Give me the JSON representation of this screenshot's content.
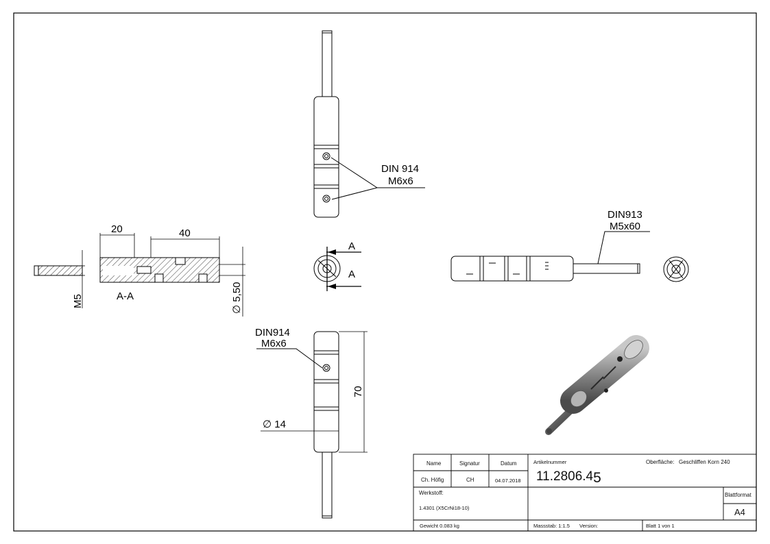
{
  "sheet": {
    "label_din914_top": "DIN 914",
    "label_m6x6_top": "M6x6",
    "label_din913": "DIN913",
    "label_m5x60": "M5x60",
    "label_din914_bottom": "DIN914",
    "label_m6x6_bottom": "M6x6",
    "dim_20": "20",
    "dim_40": "40",
    "dim_m5": "M5",
    "section_label": "A-A",
    "dim_dia_550": "∅ 5,50",
    "section_marker_top": "A",
    "section_marker_bottom": "A",
    "dim_70": "70",
    "dim_dia_14": "∅ 14"
  },
  "title_block": {
    "name_header": "Name",
    "signatur_header": "Signatur",
    "datum_header": "Datum",
    "name_value": "Ch. Höfig",
    "signatur_value": "CH",
    "datum_value": "04.07.2018",
    "artikel_label": "Artikelnummer",
    "artikel_value_main": "11.2806.4",
    "artikel_value_suffix": "5",
    "oberflaeche_label": "Oberfläche:",
    "oberflaeche_value": "Geschliffen Korn 240",
    "werkstoff_label": "Werkstoff:",
    "werkstoff_value": "1.4301 (X5CrNi18-10)",
    "blattformat_label": "Blattformat",
    "blattformat_value": "A4",
    "gewicht": "Gewicht 0.083 kg",
    "massstab": "Massstab: 1:1.5",
    "version": "Version:",
    "blatt": "Blatt 1 von 1"
  }
}
